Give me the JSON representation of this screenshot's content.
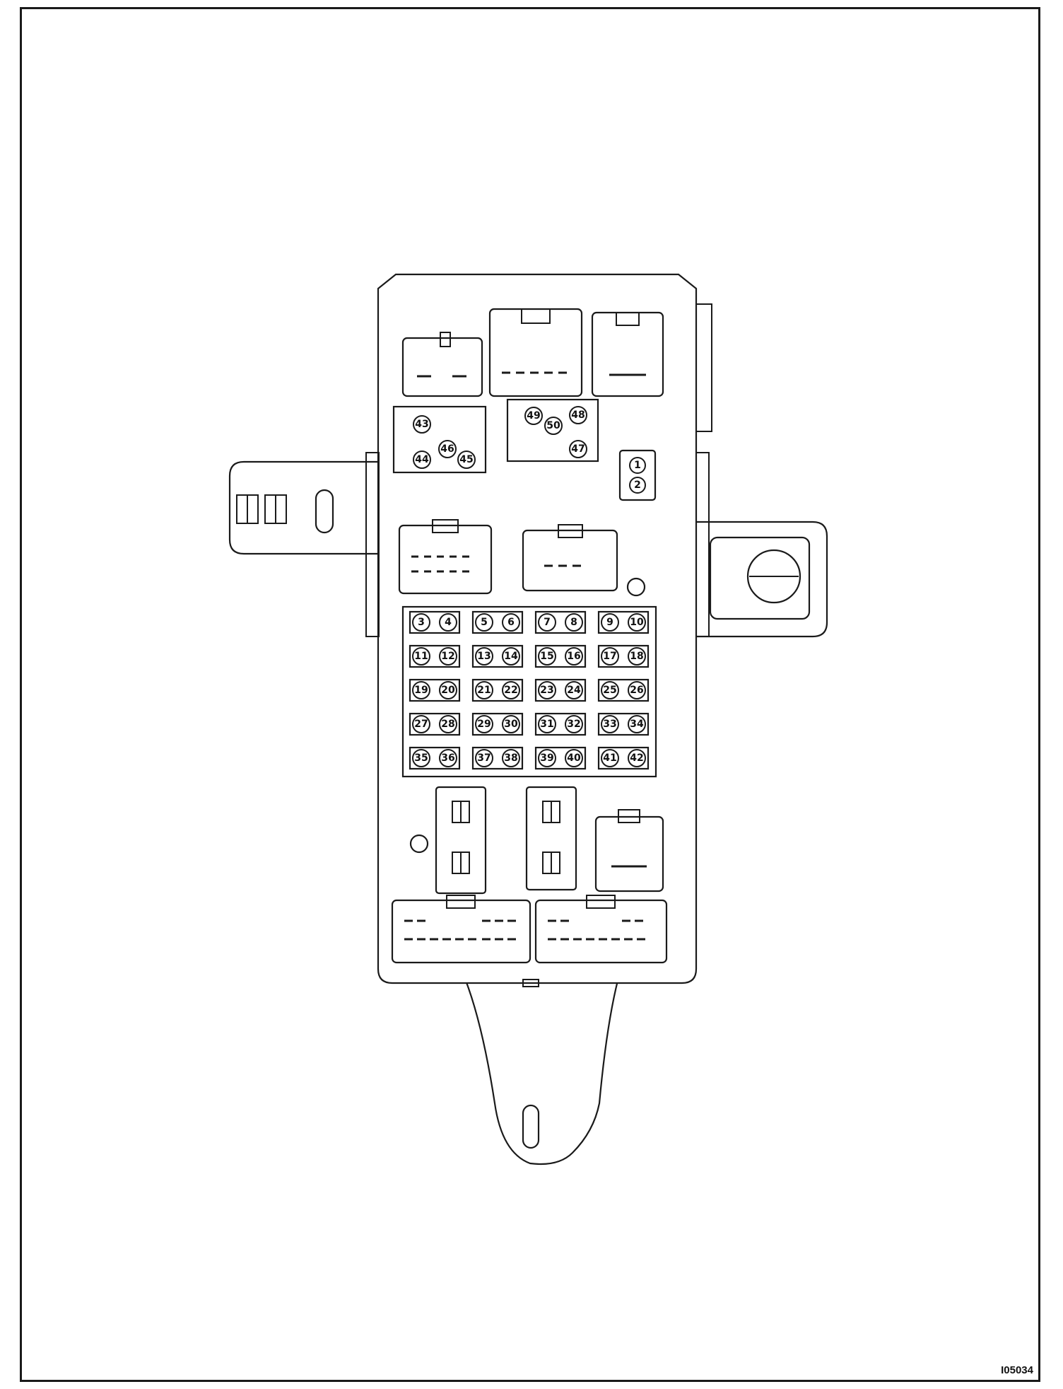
{
  "figure_code": "I05034",
  "fuse_pin_labels": [
    "3",
    "4",
    "5",
    "6",
    "7",
    "8",
    "9",
    "10",
    "11",
    "12",
    "13",
    "14",
    "15",
    "16",
    "17",
    "18",
    "19",
    "20",
    "21",
    "22",
    "23",
    "24",
    "25",
    "26",
    "27",
    "28",
    "29",
    "30",
    "31",
    "32",
    "33",
    "34",
    "35",
    "36",
    "37",
    "38",
    "39",
    "40",
    "41",
    "42"
  ],
  "relay_pin_labels_left": [
    "43",
    "44",
    "45",
    "46"
  ],
  "relay_pin_labels_right": [
    "47",
    "48",
    "49",
    "50"
  ],
  "relay_pin_labels_small": [
    "1",
    "2"
  ],
  "colors": {
    "line": "#1a1a1a",
    "background": "#ffffff"
  }
}
